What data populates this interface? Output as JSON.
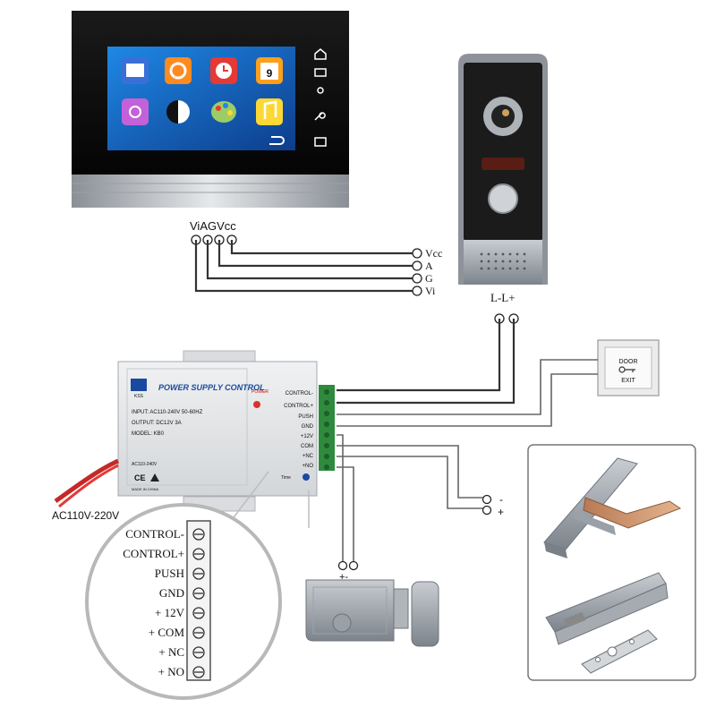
{
  "monitor": {
    "terminals": "ViAGVcc",
    "icons": [
      "photo-icon",
      "settings-icon",
      "clock-icon",
      "calendar-icon",
      "brightness-icon",
      "contrast-icon",
      "palette-icon",
      "music-icon"
    ],
    "calendar_day": "9",
    "side_icons": [
      "home-icon",
      "camera-icon",
      "person-icon",
      "key-icon",
      "door-icon"
    ]
  },
  "doorbell": {
    "terminals": [
      "Vcc",
      "A",
      "G",
      "Vi"
    ],
    "power_label": "L-L+"
  },
  "power_supply": {
    "brand": "KSS",
    "title": "POWER SUPPLY CONTROL",
    "power_led_label": "POWER",
    "input": "INPUT: AC110-240V 50-60HZ",
    "output": "OUTPUT: DC12V 3A",
    "model": "MODEL: KB0",
    "voltage_tag": "AC110-240V",
    "made_in": "MADE IN CHINA",
    "time_label": "Time",
    "terminals": [
      "CONTROL-",
      "CONTROL+",
      "PUSH",
      "GND",
      "+12V",
      "COM",
      "+NC",
      "+NO"
    ],
    "ac_label": "AC110V-220V"
  },
  "zoom_terminals": [
    "CONTROL-",
    "CONTROL+",
    "PUSH",
    "GND",
    "+ 12V",
    "+ COM",
    "+ NC",
    "+ NO"
  ],
  "exit_button": {
    "line1": "DOOR",
    "line2": "EXIT"
  },
  "mag_lock_polarity": [
    "-",
    "+"
  ],
  "rim_lock_polarity": "+-",
  "colors": {
    "ps_green": "#2e8b3e",
    "screen_blue": "#1565c0",
    "wire": "#333333"
  }
}
